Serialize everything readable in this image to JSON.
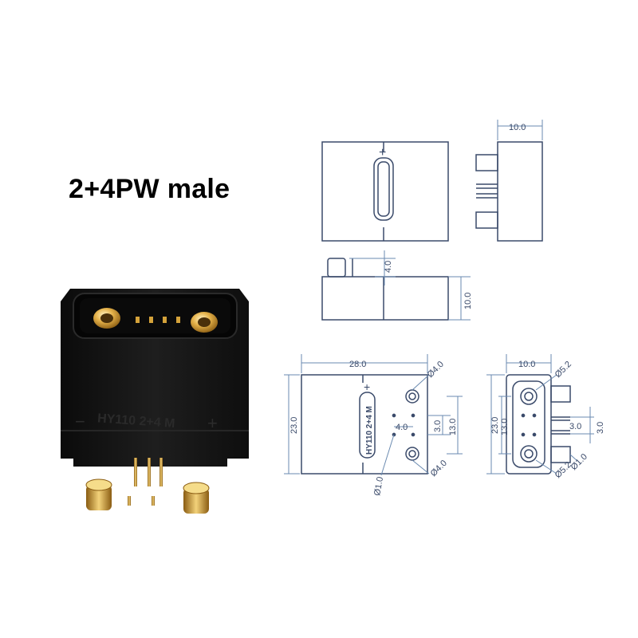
{
  "title": "2+4PW male",
  "marking": "HY110 2+4 M",
  "plus_sign": "+",
  "minus_sign": "−",
  "dimensions": {
    "top_width": "10.0",
    "side_pin": "4.0",
    "side_height": "10.0",
    "front_length": "28.0",
    "front_height": "23.0",
    "front_hole_top": "Ø4.0",
    "front_hole_bottom": "Ø4.0",
    "front_pitch_small": "3.0",
    "front_pitch_large": "13.0",
    "front_pin_gap": "4.0",
    "front_pin_dia": "Ø1.0",
    "end_width": "10.0",
    "end_big_top": "Ø5.2",
    "end_big_bottom": "Ø5.2",
    "end_height": "23.0",
    "end_pitch": "13.0",
    "end_pin_gap_a": "3.0",
    "end_pin_gap_b": "3.0",
    "end_pin_dia": "Ø1.0"
  },
  "colors": {
    "line": "#3a4a6a",
    "dimension": "#6a8ab0",
    "connector_body": "#151515",
    "gold": "#d4a23a"
  }
}
